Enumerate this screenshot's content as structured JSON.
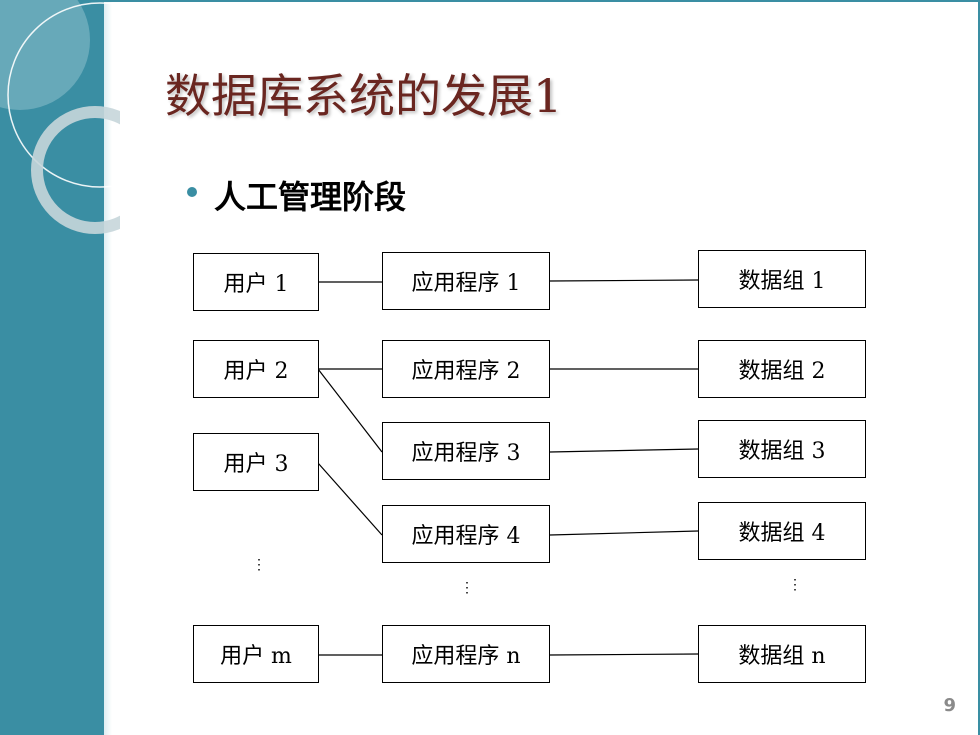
{
  "slide": {
    "title": "数据库系统的发展1",
    "bullet": "人工管理阶段",
    "page_number": "9"
  },
  "diagram": {
    "users": [
      "用户 1",
      "用户 2",
      "用户 3",
      "用户 m"
    ],
    "programs": [
      "应用程序 1",
      "应用程序 2",
      "应用程序 3",
      "应用程序 4",
      "应用程序 n"
    ],
    "data_groups": [
      "数据组 1",
      "数据组 2",
      "数据组 3",
      "数据组 4",
      "数据组 n"
    ],
    "ellipsis": "⋮"
  },
  "colors": {
    "accent": "#3a8ea3",
    "title": "#6a2620"
  }
}
